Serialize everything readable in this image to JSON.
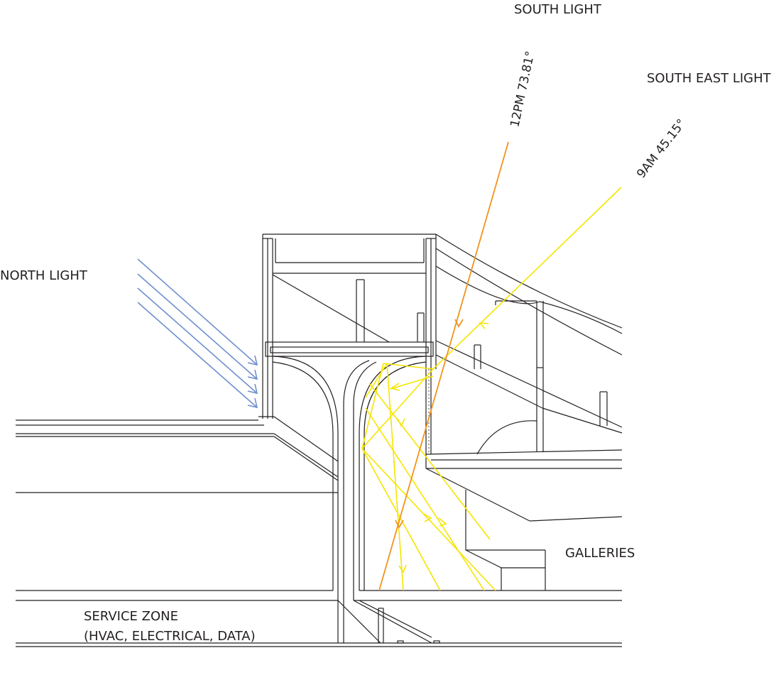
{
  "labels": {
    "south_light": "SOUTH LIGHT",
    "south_east_light": "SOUTH EAST LIGHT",
    "north_light": "NORTH LIGHT",
    "galleries": "GALLERIES",
    "service_zone_line1": "SERVICE ZONE",
    "service_zone_line2": "(HVAC, ELECTRICAL, DATA)"
  },
  "sun_angles": {
    "noon": "12PM 73.81°",
    "morning": "9AM 45.15°"
  },
  "colors": {
    "north_light": "#6f8fd0",
    "south_light": "#f0941d",
    "south_east_light": "#f5e500",
    "linework": "#231f20"
  }
}
